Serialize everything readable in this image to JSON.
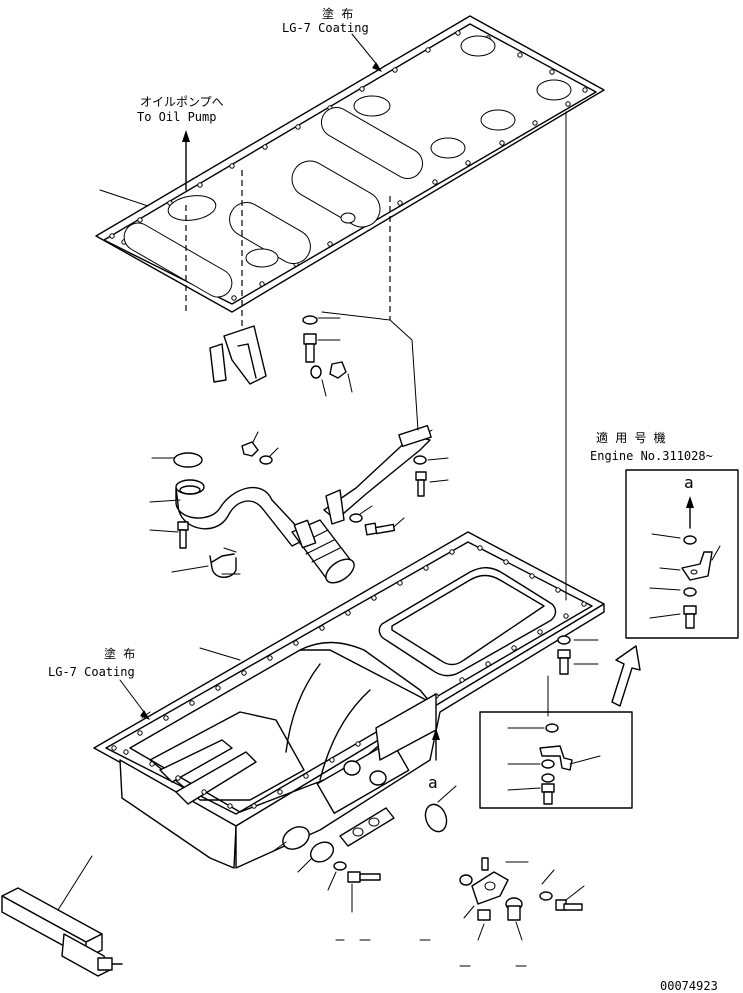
{
  "labels": {
    "top_coating_jp": "塗 布",
    "top_coating_en": "LG-7 Coating",
    "oil_pump_jp": "オイルポンプへ",
    "oil_pump_en": "To Oil Pump",
    "bottom_coating_jp": "塗 布",
    "bottom_coating_en": "LG-7 Coating",
    "applicable_jp": "適 用 号 機",
    "applicable_en": "Engine No.311028~",
    "view_a_inset": "a",
    "view_a_pan": "a",
    "drawing_number": "00074923"
  }
}
